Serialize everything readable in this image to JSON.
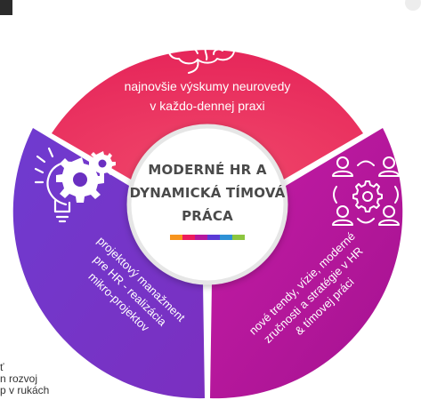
{
  "diagram": {
    "center": {
      "title_lines": [
        "MODERNÉ HR A",
        "DYNAMICKÁ TÍMOVÁ",
        "PRÁCA"
      ],
      "color_bar": [
        "#f7941d",
        "#ed1c5c",
        "#b5179e",
        "#5b3bd6",
        "#2e91d6",
        "#8cc63f"
      ]
    },
    "segments": [
      {
        "id": "top",
        "icon": "brain-icon",
        "color": "#e8345f",
        "text_lines": [
          "najnovšie výskumy neurovedy",
          "v každo-dennej praxi"
        ]
      },
      {
        "id": "left",
        "icon": "lightbulb-gears-icon",
        "color": "#6a2fc1",
        "text_lines": [
          "projektový manažment",
          "pre HR - realizácia",
          "mikro-projektov"
        ]
      },
      {
        "id": "right",
        "icon": "team-gear-icon",
        "color": "#b2149a",
        "text_lines": [
          "nové trendy, vízie, moderné",
          "zručnosti a stratégie v HR",
          "& tímovej práci"
        ]
      }
    ]
  },
  "left_cut_text": [
    "ť",
    "n rozvoj",
    "p v rukách"
  ]
}
